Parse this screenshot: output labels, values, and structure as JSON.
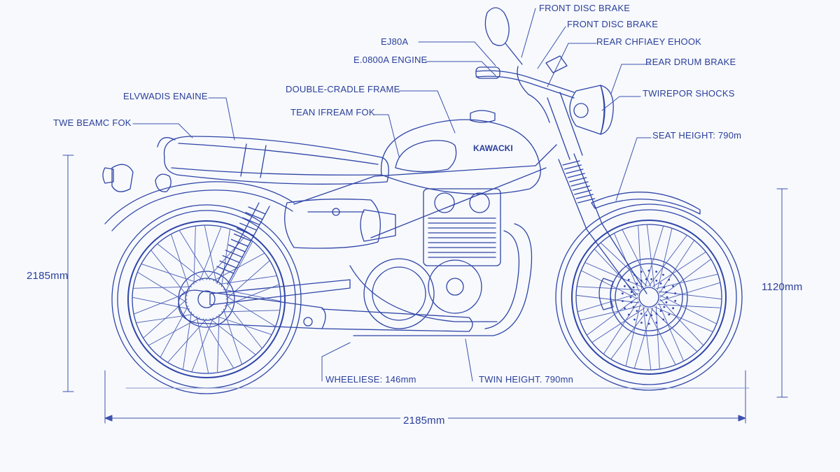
{
  "colors": {
    "ink": "#2f45a6",
    "ink_light": "#6f82c9",
    "paper": "#f7f9fd"
  },
  "callouts": {
    "front_disc_brake_1": "FRONT DISC BRAKE",
    "front_disc_brake_2": "FRONT DISC BRAKE",
    "ej80a": "EJ80A",
    "rear_chfiaey_ehook": "REAR CHFIAEY EHOOK",
    "engine": "E.0800A ENGINE",
    "rear_drum_brake": "REAR DRUM BRAKE",
    "double_cradle_frame": "DOUBLE-CRADLE FRAME",
    "twirepor_shocks": "TWIREPOR SHOCKS",
    "elvwadis_enaine": "ELVWADIS ENAINE",
    "tean_ifream_fok": "TEAN IFREAM FOK",
    "twe_beamc_fok": "TWE BEAMC FOK",
    "seat_height": "SEAT HEIGHT: 790m",
    "tank_badge": "KAWACKI"
  },
  "dimensions": {
    "left_height": "2185mm",
    "right_height": "1120mm",
    "overall_length": "2185mm",
    "wheelbase": "WHEELIESE: 146mm",
    "twin_height": "TWIN HEIGHT. 790mn"
  }
}
